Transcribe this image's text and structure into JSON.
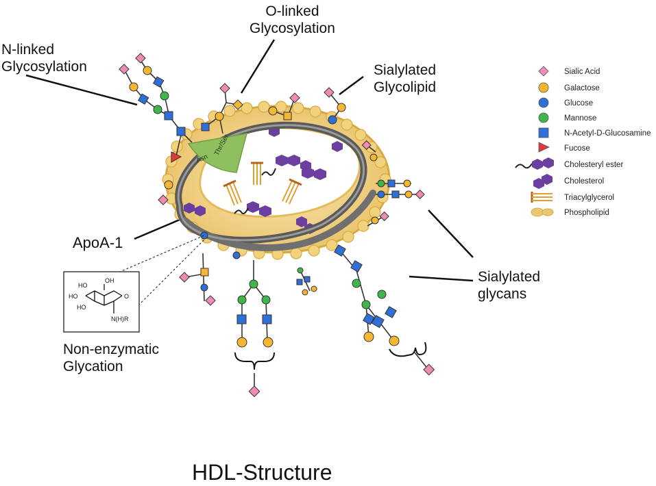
{
  "title": "HDL-Structure",
  "labels": {
    "n_linked": [
      "N-linked",
      "Glycosylation"
    ],
    "o_linked": [
      "O-linked",
      "Glycosylation"
    ],
    "sialylated_glycolipid": [
      "Sialylated",
      "Glycolipid"
    ],
    "apoa1": "ApoA-1",
    "sialylated_glycans": [
      "Sialylated",
      "glycans"
    ],
    "non_enzymatic": [
      "Non-enzymatic",
      "Glycation"
    ]
  },
  "inner_labels": {
    "asn": "Asn",
    "thr_ser": "Thr/Ser"
  },
  "chem_labels": {
    "ho1": "HO",
    "ho2": "HO",
    "ho3": "HO",
    "oh": "OH",
    "o": "O",
    "nhr": "N(H)R"
  },
  "legend": [
    {
      "label": "Sialic Acid",
      "icon": "diamond-icon",
      "color": "#f08bb5"
    },
    {
      "label": "Galactose",
      "icon": "circle-icon",
      "color": "#f5b731"
    },
    {
      "label": "Glucose",
      "icon": "circle-icon",
      "color": "#2f6fd6"
    },
    {
      "label": "Mannose",
      "icon": "circle-icon",
      "color": "#3fb54a"
    },
    {
      "label": "N-Acetyl-D-Glucosamine",
      "icon": "square-icon",
      "color": "#2f6fd6"
    },
    {
      "label": "Fucose",
      "icon": "triangle-icon",
      "color": "#e03a3a"
    },
    {
      "label": "Cholesteryl ester",
      "icon": "cholesteryl-ester-icon",
      "color": "#6b3fa0"
    },
    {
      "label": "Cholesterol",
      "icon": "cholesterol-icon",
      "color": "#6b3fa0"
    },
    {
      "label": "Triacylglycerol",
      "icon": "triacylglycerol-icon",
      "color": "#e0a030"
    },
    {
      "label": "Phospholipid",
      "icon": "phospholipid-icon",
      "color": "#e9c874"
    }
  ],
  "colors": {
    "sialic": "#f08bb5",
    "galactose": "#f5b731",
    "glucose": "#2f6fd6",
    "mannose": "#3fb54a",
    "glcnac": "#2f6fd6",
    "fucose": "#e03a3a",
    "lipid": "#e9c874",
    "apoa1": "#6f6f6f",
    "cholesterol": "#6b3fa0",
    "protein": "#8fbf5e"
  }
}
